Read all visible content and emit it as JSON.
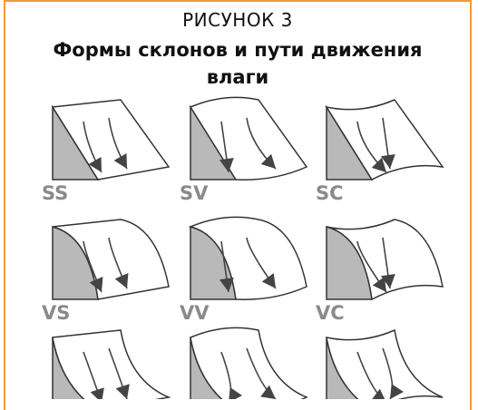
{
  "figure": {
    "label": "РИСУНОК 3",
    "title": "Формы склонов и пути движения влаги"
  },
  "panels": [
    {
      "code": "SS",
      "profile": "straight",
      "plan": "straight"
    },
    {
      "code": "SV",
      "profile": "straight",
      "plan": "convex"
    },
    {
      "code": "SC",
      "profile": "straight",
      "plan": "concave"
    },
    {
      "code": "VS",
      "profile": "convex",
      "plan": "straight"
    },
    {
      "code": "VV",
      "profile": "convex",
      "plan": "convex"
    },
    {
      "code": "VC",
      "profile": "convex",
      "plan": "concave"
    },
    {
      "code": "",
      "profile": "concave",
      "plan": "straight"
    },
    {
      "code": "",
      "profile": "concave",
      "plan": "convex"
    },
    {
      "code": "",
      "profile": "concave",
      "plan": "concave"
    }
  ],
  "colors": {
    "border": "#f09a3e",
    "side_face": "#b9b9b9",
    "top_face": "#ffffff",
    "outline": "#333333",
    "arrow": "#444444",
    "label": "#8a8a8a"
  }
}
